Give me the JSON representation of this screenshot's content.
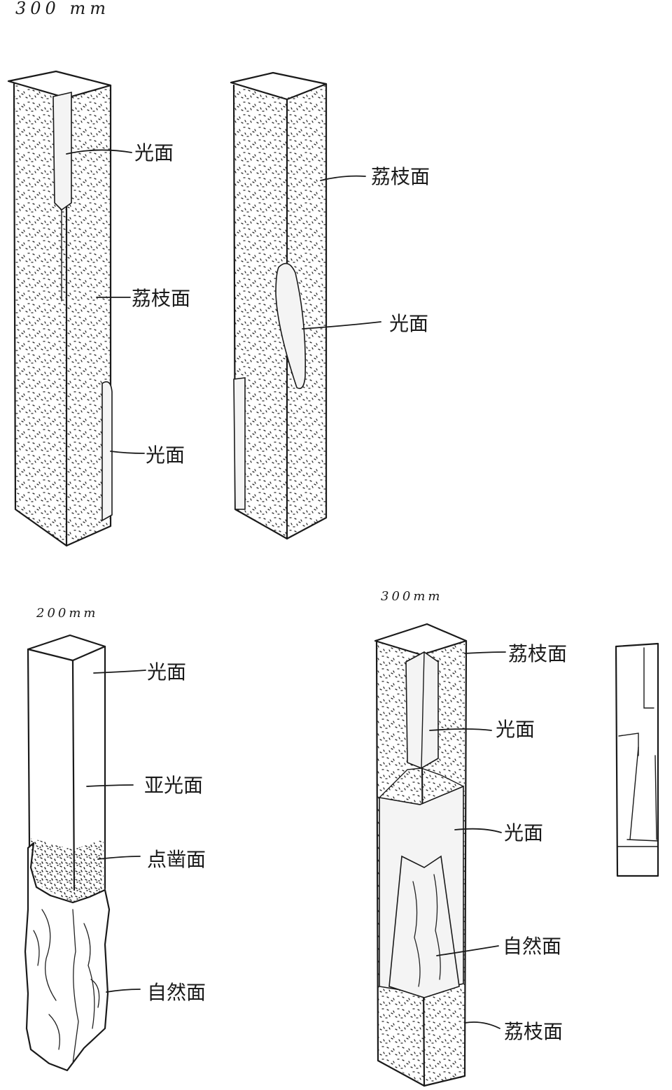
{
  "dimensions": {
    "top_left": "300 mm",
    "bottom_left": "200mm",
    "bottom_right": "300mm"
  },
  "sketch1": {
    "label_top": "光面",
    "label_mid": "荔枝面",
    "label_bottom": "光面"
  },
  "sketch2": {
    "label_top": "荔枝面",
    "label_mid": "光面"
  },
  "sketch3": {
    "label_1": "光面",
    "label_2": "亚光面",
    "label_3": "点凿面",
    "label_4": "自然面"
  },
  "sketch4": {
    "label_1": "荔枝面",
    "label_2": "光面",
    "label_3": "光面",
    "label_4": "自然面",
    "label_5": "荔枝面"
  }
}
